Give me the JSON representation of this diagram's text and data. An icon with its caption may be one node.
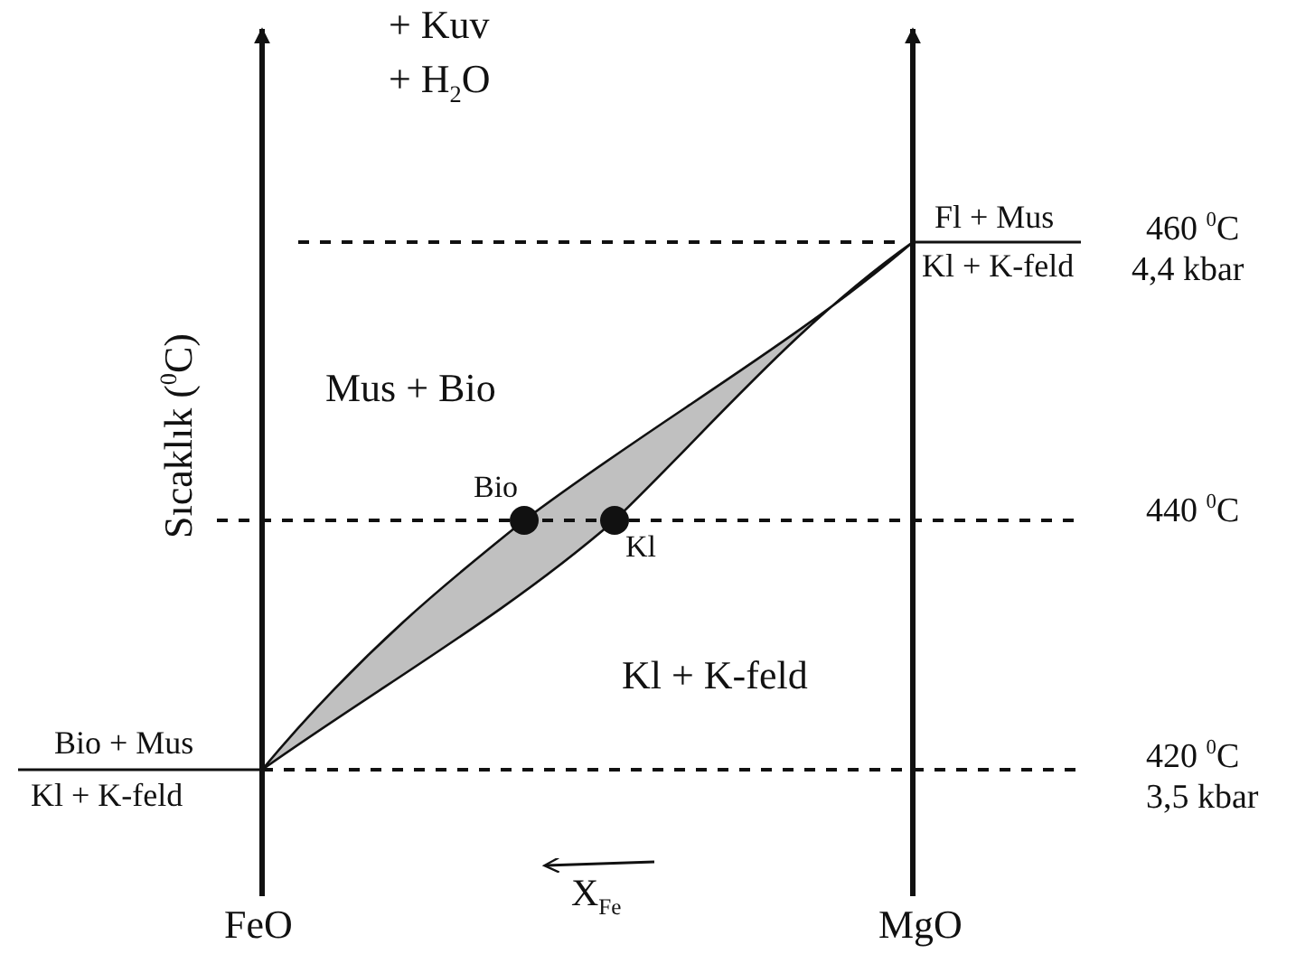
{
  "diagram": {
    "labels": [
      "+ Kuv",
      "+ H$_{2}$O",
      "Fl + Mus",
      "460 $^{0}$C",
      "Kl + K-feld",
      "4,4 kbar",
      "Sıcaklık ($^{0}$C)",
      "Mus + Bio",
      "Bio",
      "440 $^{0}$C",
      "Kl",
      "Kl + K-feld",
      "Bio + Mus",
      "420 $^{0}$C",
      "Kl + K-feld",
      "3,5 kbar",
      "X$_{Fe}$",
      "FeO",
      "MgO"
    ]
  }
}
